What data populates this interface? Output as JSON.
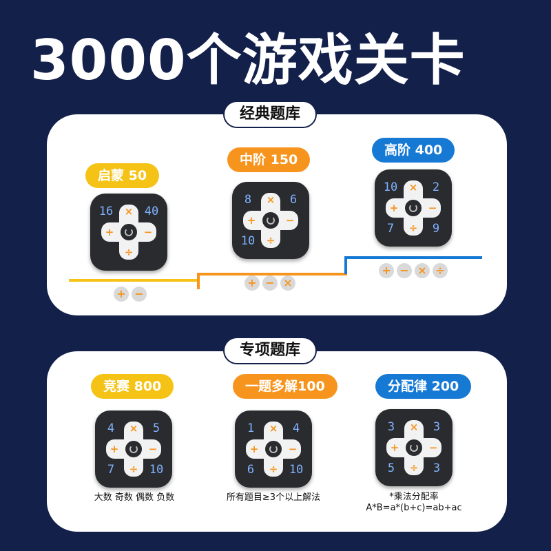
{
  "headline": "3000个游戏关卡",
  "classic": {
    "tag": "经典题库",
    "levels": [
      {
        "label": "启蒙 50",
        "nums": [
          "16",
          "40",
          "",
          ""
        ],
        "ops": [
          "+",
          "−"
        ]
      },
      {
        "label": "中阶 150",
        "nums": [
          "8",
          "6",
          "10",
          ""
        ],
        "ops": [
          "+",
          "−",
          "×"
        ]
      },
      {
        "label": "高阶 400",
        "nums": [
          "10",
          "2",
          "7",
          "9"
        ],
        "ops": [
          "+",
          "−",
          "×",
          "÷"
        ]
      }
    ]
  },
  "special": {
    "tag": "专项题库",
    "levels": [
      {
        "label": "竞赛 800",
        "nums": [
          "4",
          "5",
          "7",
          "10"
        ],
        "caption": [
          "大数 奇数 偶数 负数"
        ]
      },
      {
        "label": "一题多解100",
        "nums": [
          "1",
          "4",
          "6",
          "10"
        ],
        "caption": [
          "所有题目≥3个以上解法"
        ]
      },
      {
        "label": "分配律 200",
        "nums": [
          "3",
          "3",
          "5",
          "3"
        ],
        "caption": [
          "*乘法分配率",
          "A*B=a*(b+c)=ab+ac"
        ]
      }
    ]
  },
  "device_ops": {
    "top": "×",
    "left": "+",
    "right": "−",
    "bottom": "÷"
  },
  "colors": {
    "background": "#13204a",
    "yellow": "#f5c316",
    "orange": "#f7941d",
    "blue": "#1679d4",
    "device": "#2a2b2f",
    "digit": "#7fb2ff"
  }
}
